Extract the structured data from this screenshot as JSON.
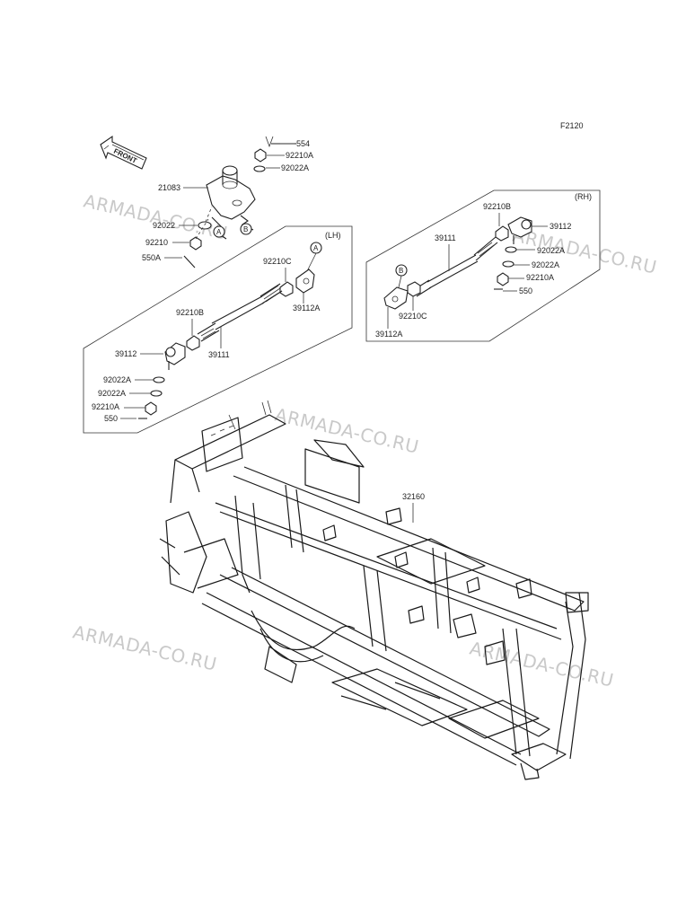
{
  "diagram_code": "F2120",
  "watermarks": [
    "ARMADA-CO.RU",
    "ARMADA-CO.RU",
    "ARMADA-CO.RU",
    "ARMADA-CO.RU",
    "ARMADA-CO.RU"
  ],
  "front_label": "FRONT",
  "groups": {
    "left_hand": "(LH)",
    "right_hand": "(RH)"
  },
  "ref_markers": {
    "a": "A",
    "b": "B"
  },
  "top_assembly_labels": {
    "p554": "554",
    "p92210A": "92210A",
    "p92022A": "92022A",
    "p21083": "21083",
    "p92022": "92022",
    "p92210": "92210",
    "p550A": "550A"
  },
  "lh_labels": {
    "p92210C": "92210C",
    "p39112A": "39112A",
    "p92210B": "92210B",
    "p39111": "39111",
    "p39112": "39112",
    "p92022A_1": "92022A",
    "p92022A_2": "92022A",
    "p92210A": "92210A",
    "p550": "550"
  },
  "rh_labels": {
    "p92210B": "92210B",
    "p39112": "39112",
    "p39111": "39111",
    "p92022A_1": "92022A",
    "p92022A_2": "92022A",
    "p92210A": "92210A",
    "p550": "550",
    "p92210C": "92210C",
    "p39112A": "39112A"
  },
  "frame_label": "32160"
}
